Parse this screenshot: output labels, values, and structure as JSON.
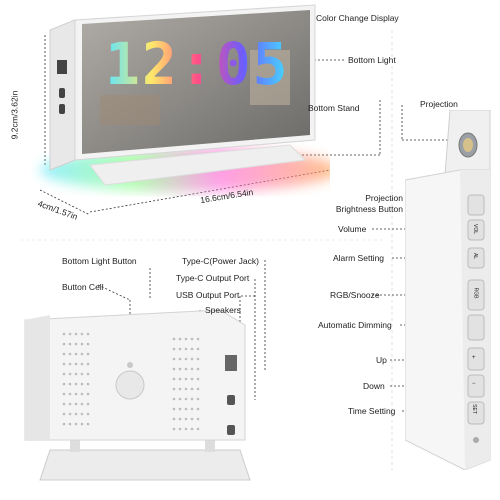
{
  "top_labels": {
    "color_change_display": "Color Change Display",
    "bottom_light": "Bottom Light",
    "bottom_stand": "Bottom Stand"
  },
  "dimensions": {
    "height": "9.2cm/3.62in",
    "depth": "4cm/1.57in",
    "width": "16.6cm/6.54in"
  },
  "clock_digits": "12:05",
  "back_labels": {
    "bottom_light_button": "Bottom Light Button",
    "button_cell": "Button Cell",
    "type_c_power": "Type-C(Power Jack)",
    "type_c_output": "Type-C Output Port",
    "usb_output": "USB Output Port",
    "speakers": "Speakers"
  },
  "side_labels": {
    "projection": "Projection",
    "projection_brightness": "Projection\nBrightness Button",
    "volume": "Volume",
    "alarm_setting": "Alarm Setting",
    "rgb_snooze": "RGB/Snooze",
    "automatic_dimming": "Automatic Dimming",
    "up": "Up",
    "down": "Down",
    "time_setting": "Time Setting"
  },
  "side_button_marks": [
    "VOL",
    "AL",
    "RGB",
    "+",
    "−",
    "SET"
  ],
  "colors": {
    "device_white": "#f2f2f2",
    "mirror": "#8a8a8a",
    "dashed": "#555555"
  }
}
